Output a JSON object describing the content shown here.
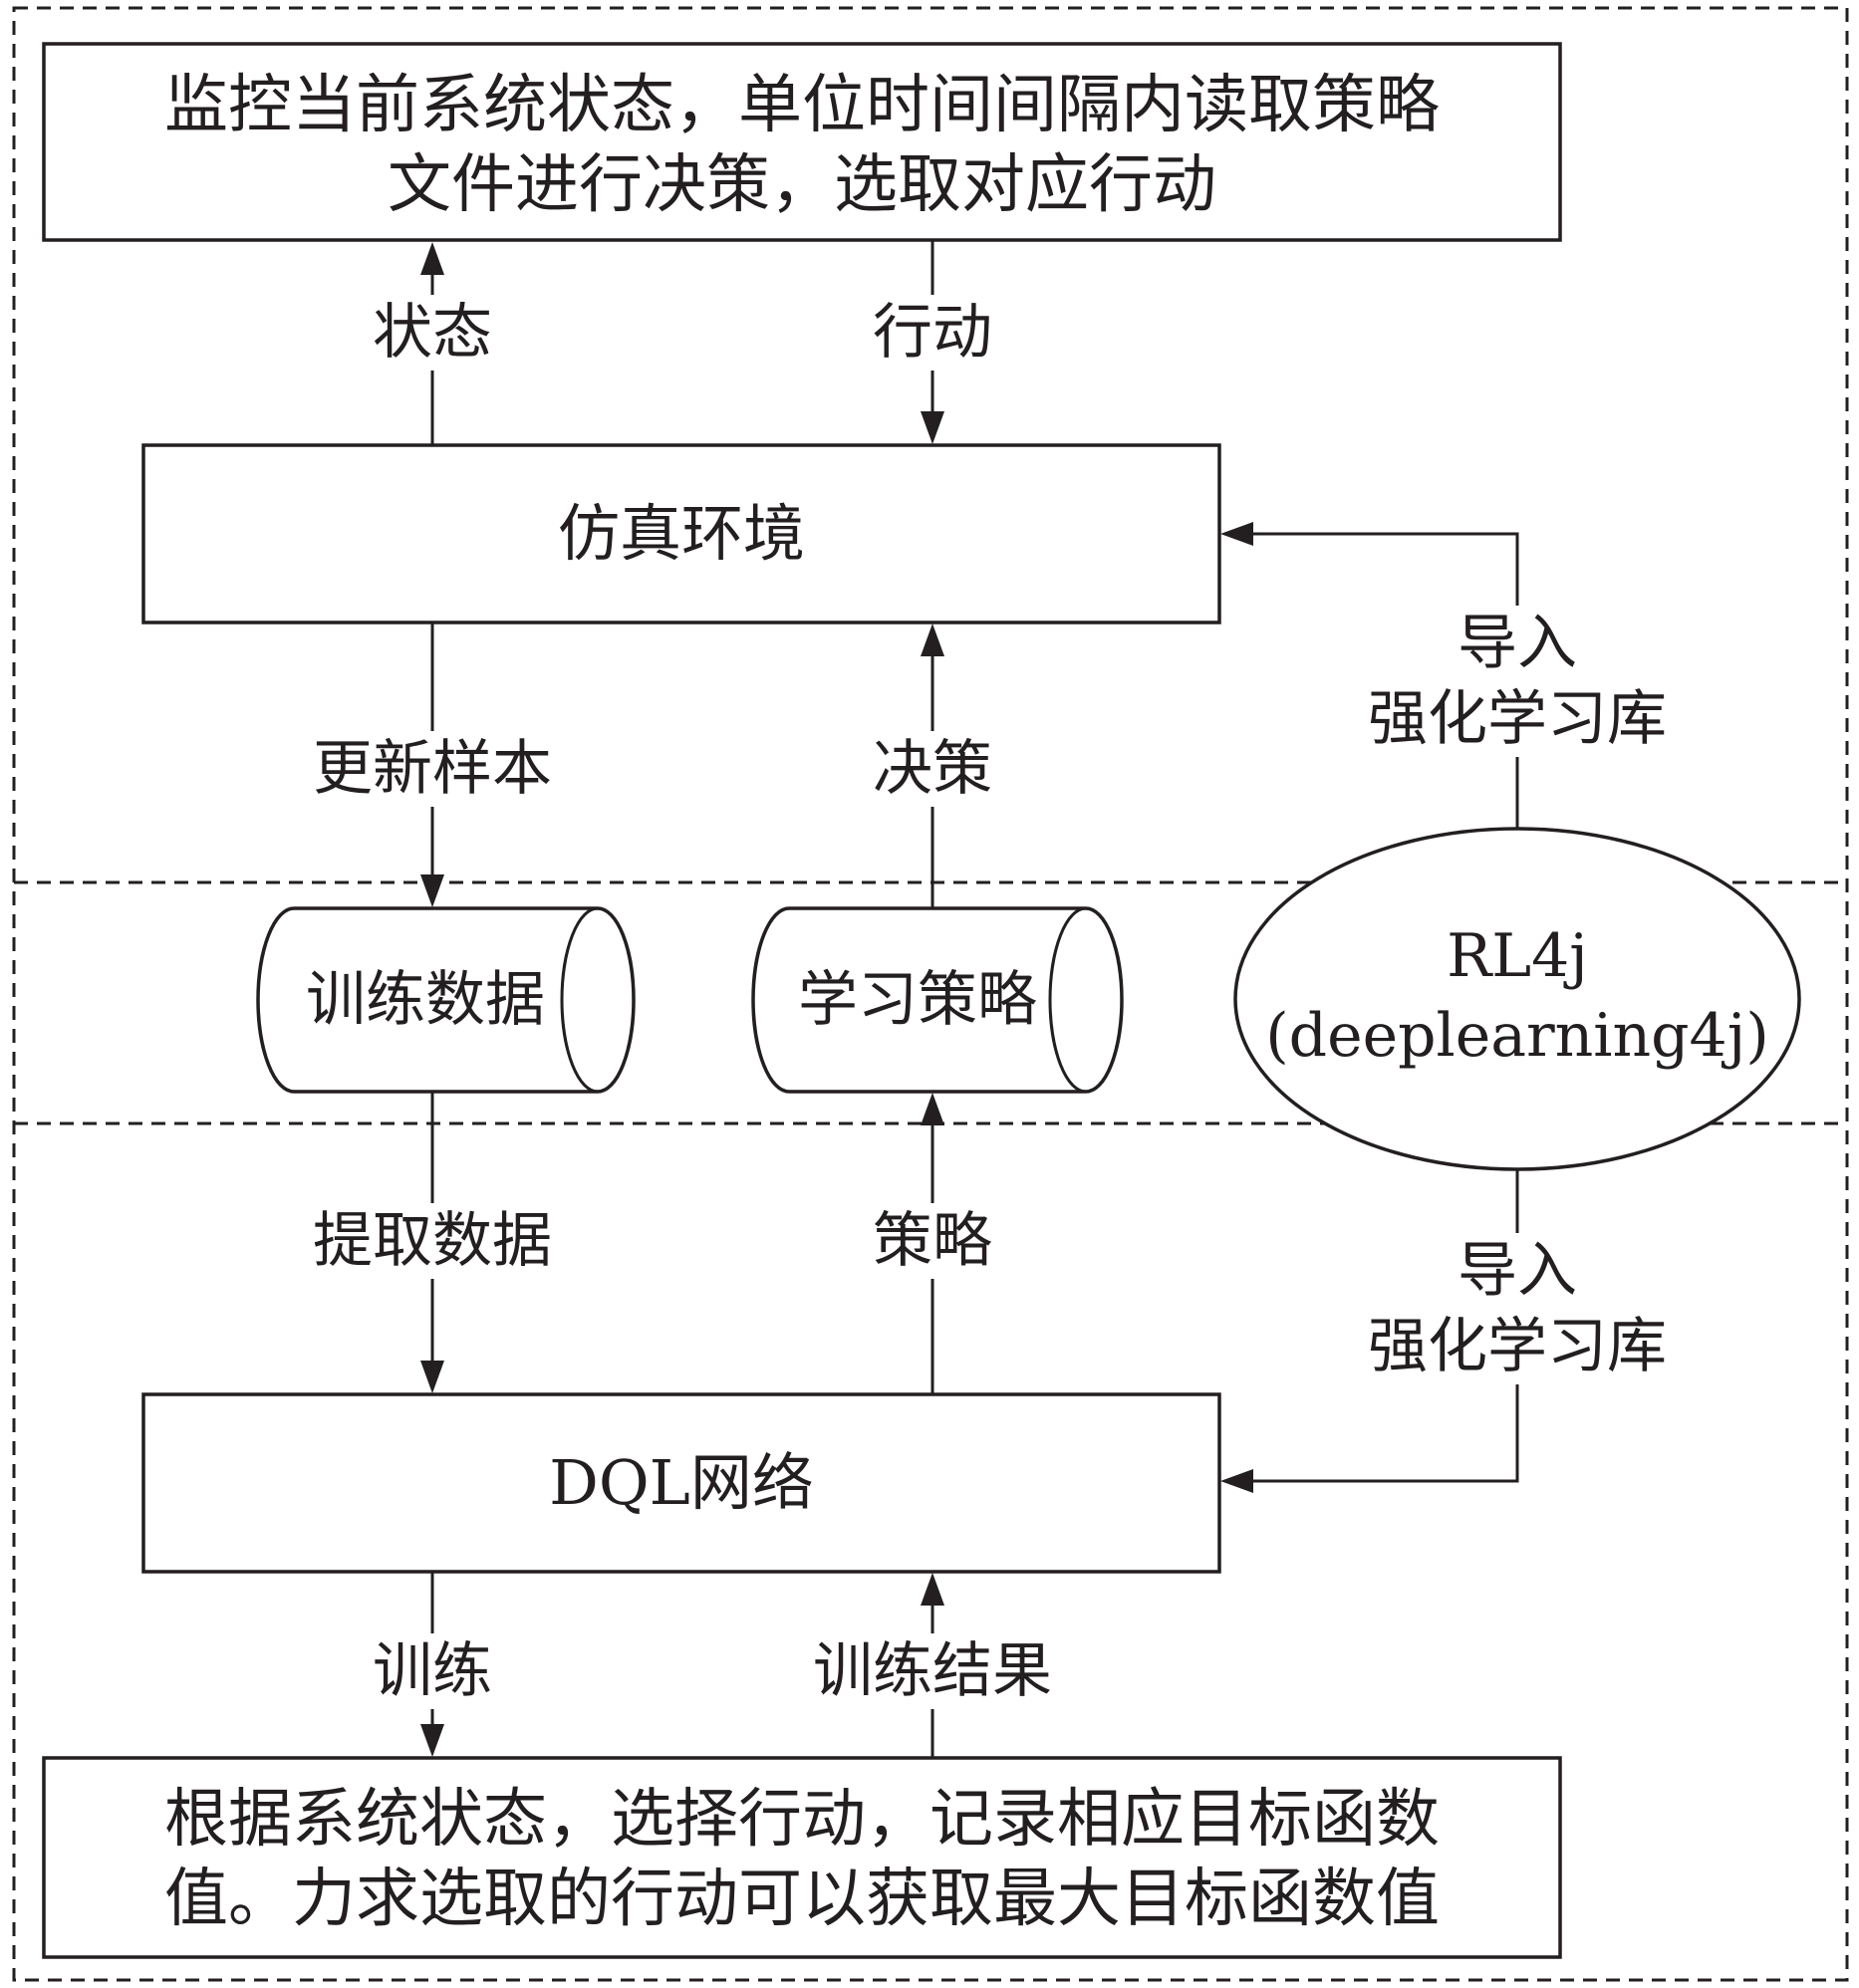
{
  "nodes": {
    "monitor": {
      "line1": "监控当前系统状态，单位时间间隔内读取策略",
      "line2": "文件进行决策，选取对应行动"
    },
    "sim_env": "仿真环境",
    "train_data": "训练数据",
    "learn_policy": "学习策略",
    "rl4j": {
      "line1": "RL4j",
      "line2": "(deeplearning4j)"
    },
    "dql": "DQL网络",
    "choose": {
      "line1": "根据系统状态，选择行动，记录相应目标函数",
      "line2": "值。力求选取的行动可以获取最大目标函数值"
    }
  },
  "edges": {
    "state": "状态",
    "action": "行动",
    "update_sample": "更新样本",
    "decision": "决策",
    "import_top": {
      "line1": "导入",
      "line2": "强化学习库"
    },
    "extract_data": "提取数据",
    "policy": "策略",
    "import_bottom": {
      "line1": "导入",
      "line2": "强化学习库"
    },
    "train": "训练",
    "train_result": "训练结果"
  }
}
